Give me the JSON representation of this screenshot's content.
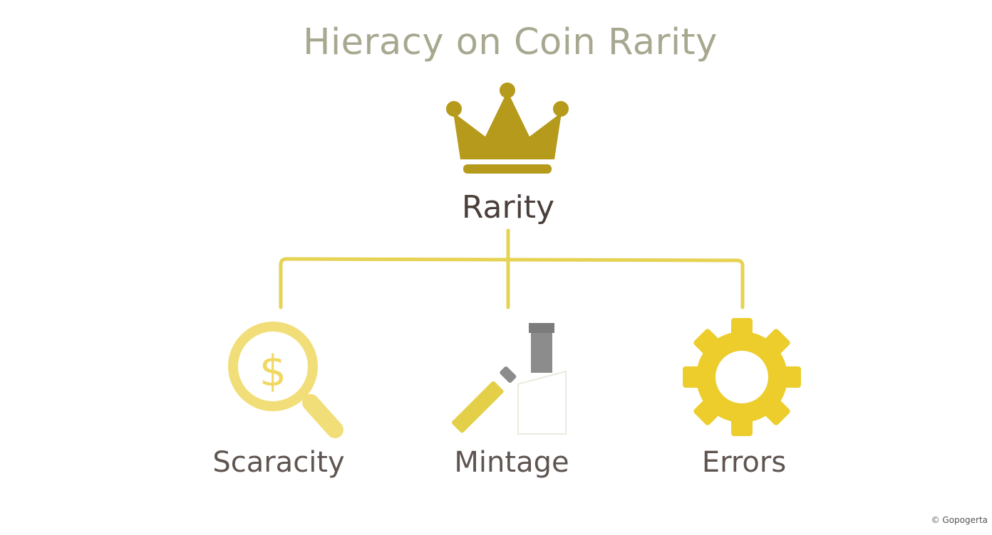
{
  "title": "Hieracy on Coin Rarity",
  "root": {
    "label": "Rarity",
    "icon": "crown-icon"
  },
  "children": [
    {
      "label": "Scaracity",
      "icon": "magnifier-dollar-icon"
    },
    {
      "label": "Mintage",
      "icon": "minting-press-icon"
    },
    {
      "label": "Errors",
      "icon": "gear-icon"
    }
  ],
  "credit": "© Gopogerta",
  "colors": {
    "crown": "#b59a1c",
    "connector": "#e6d253",
    "magnifier": "#f2de78",
    "gear": "#eccd2c",
    "gray_block": "#8c8c8c",
    "title_text": "#a8a890",
    "label_text": "#4a3f3a"
  }
}
